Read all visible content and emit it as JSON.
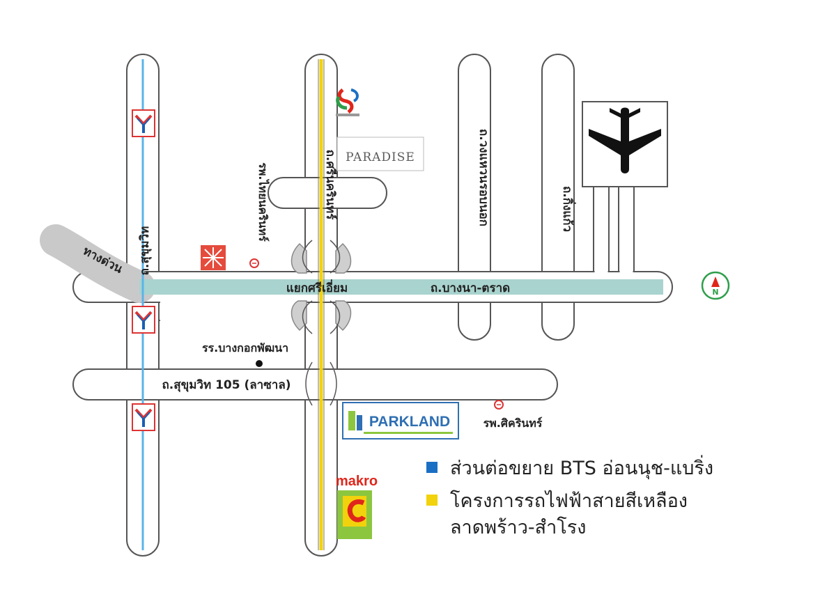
{
  "roads": {
    "sukhumvit": "ถ.สุขุมวิท",
    "srinakarin": "ถ.ศรีนครินทร์",
    "kanchanaphisek": "ถ.วงแหวนรอบนอก",
    "king_kaeo": "ถ.กิ่งแก้ว",
    "bangna_trad": "ถ.บางนา-ตราด",
    "sukhumvit_105": "ถ.สุขุมวิท 105 (ลาซาล)",
    "expressway": "ทางด่วน",
    "junction": "แยกศรีเอี่ยม"
  },
  "places": {
    "thainakarin_hospital": "รพ.ไทยนครินทร์",
    "school": "รร.บางกอกพัฒนา",
    "sikarin_hospital": "รพ.ศิครินทร์",
    "paradise": "PARADISE",
    "parkland": "PARKLAND",
    "makro": "makro"
  },
  "legend": [
    {
      "label": "ส่วนต่อขยาย BTS อ่อนนุช-แบริ่ง",
      "color": "#1a6fc4"
    },
    {
      "label": "โครงการรถไฟฟ้าสายสีเหลือง",
      "label2": "ลาดพร้าว-สำโรง",
      "color": "#f2d20c"
    }
  ],
  "colors": {
    "bts_line": "#5ab4e8",
    "yellow_line": "#f2d20c",
    "bangna_band": "#a9d3cf",
    "expressway": "#c9c9c9",
    "road_outline": "#555555"
  },
  "icons": {
    "airport": "airplane-icon",
    "north": "north-compass-icon",
    "bts_station": "bts-station-icon",
    "hospital": "hospital-icon"
  }
}
